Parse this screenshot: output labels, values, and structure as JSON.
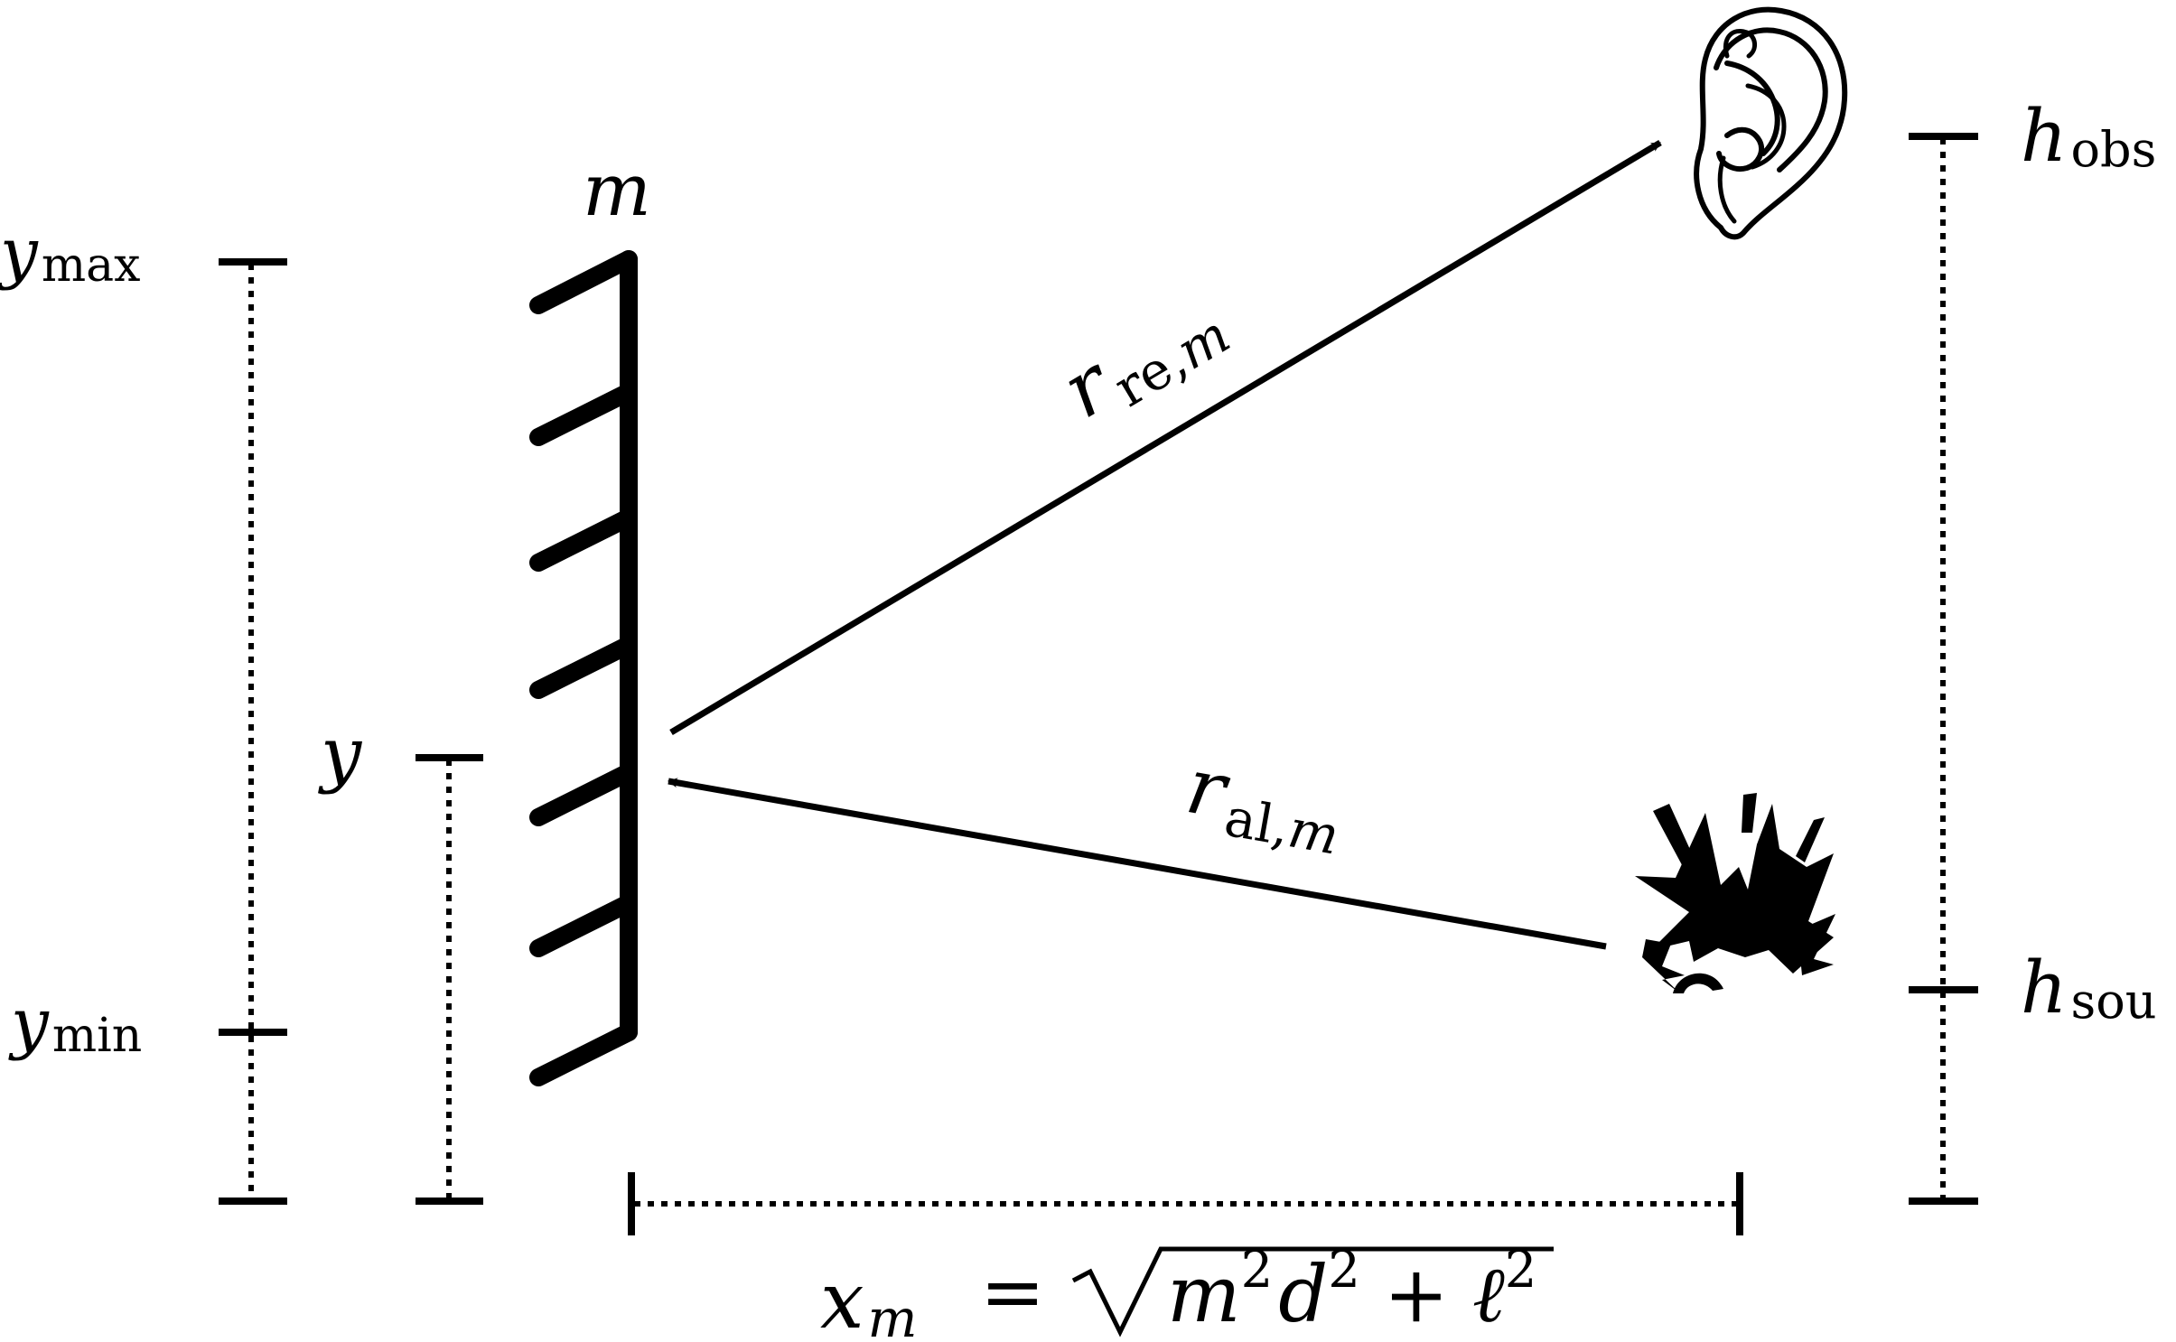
{
  "labels": {
    "mirror_index": "m",
    "y_max": {
      "base": "y",
      "sub": "max"
    },
    "y_min": {
      "base": "y",
      "sub": "min"
    },
    "y": "y",
    "h_obs": {
      "base": "h",
      "sub": "obs"
    },
    "h_sou": {
      "base": "h",
      "sub": "sou"
    },
    "r_re": {
      "base": "r",
      "sub_up": "re,",
      "sub_it": "m"
    },
    "r_al": {
      "base": "r",
      "sub_up": "al,",
      "sub_it": "m"
    },
    "x_m": {
      "base": "x",
      "sub": "m",
      "equals": "=",
      "m": "m",
      "d": "d",
      "plus": "+",
      "ell": "ℓ",
      "sup": "2"
    }
  },
  "icons": {
    "observer": "ear-icon",
    "source": "explosion-icon"
  },
  "colors": {
    "ink": "#000000",
    "background": "#ffffff"
  }
}
